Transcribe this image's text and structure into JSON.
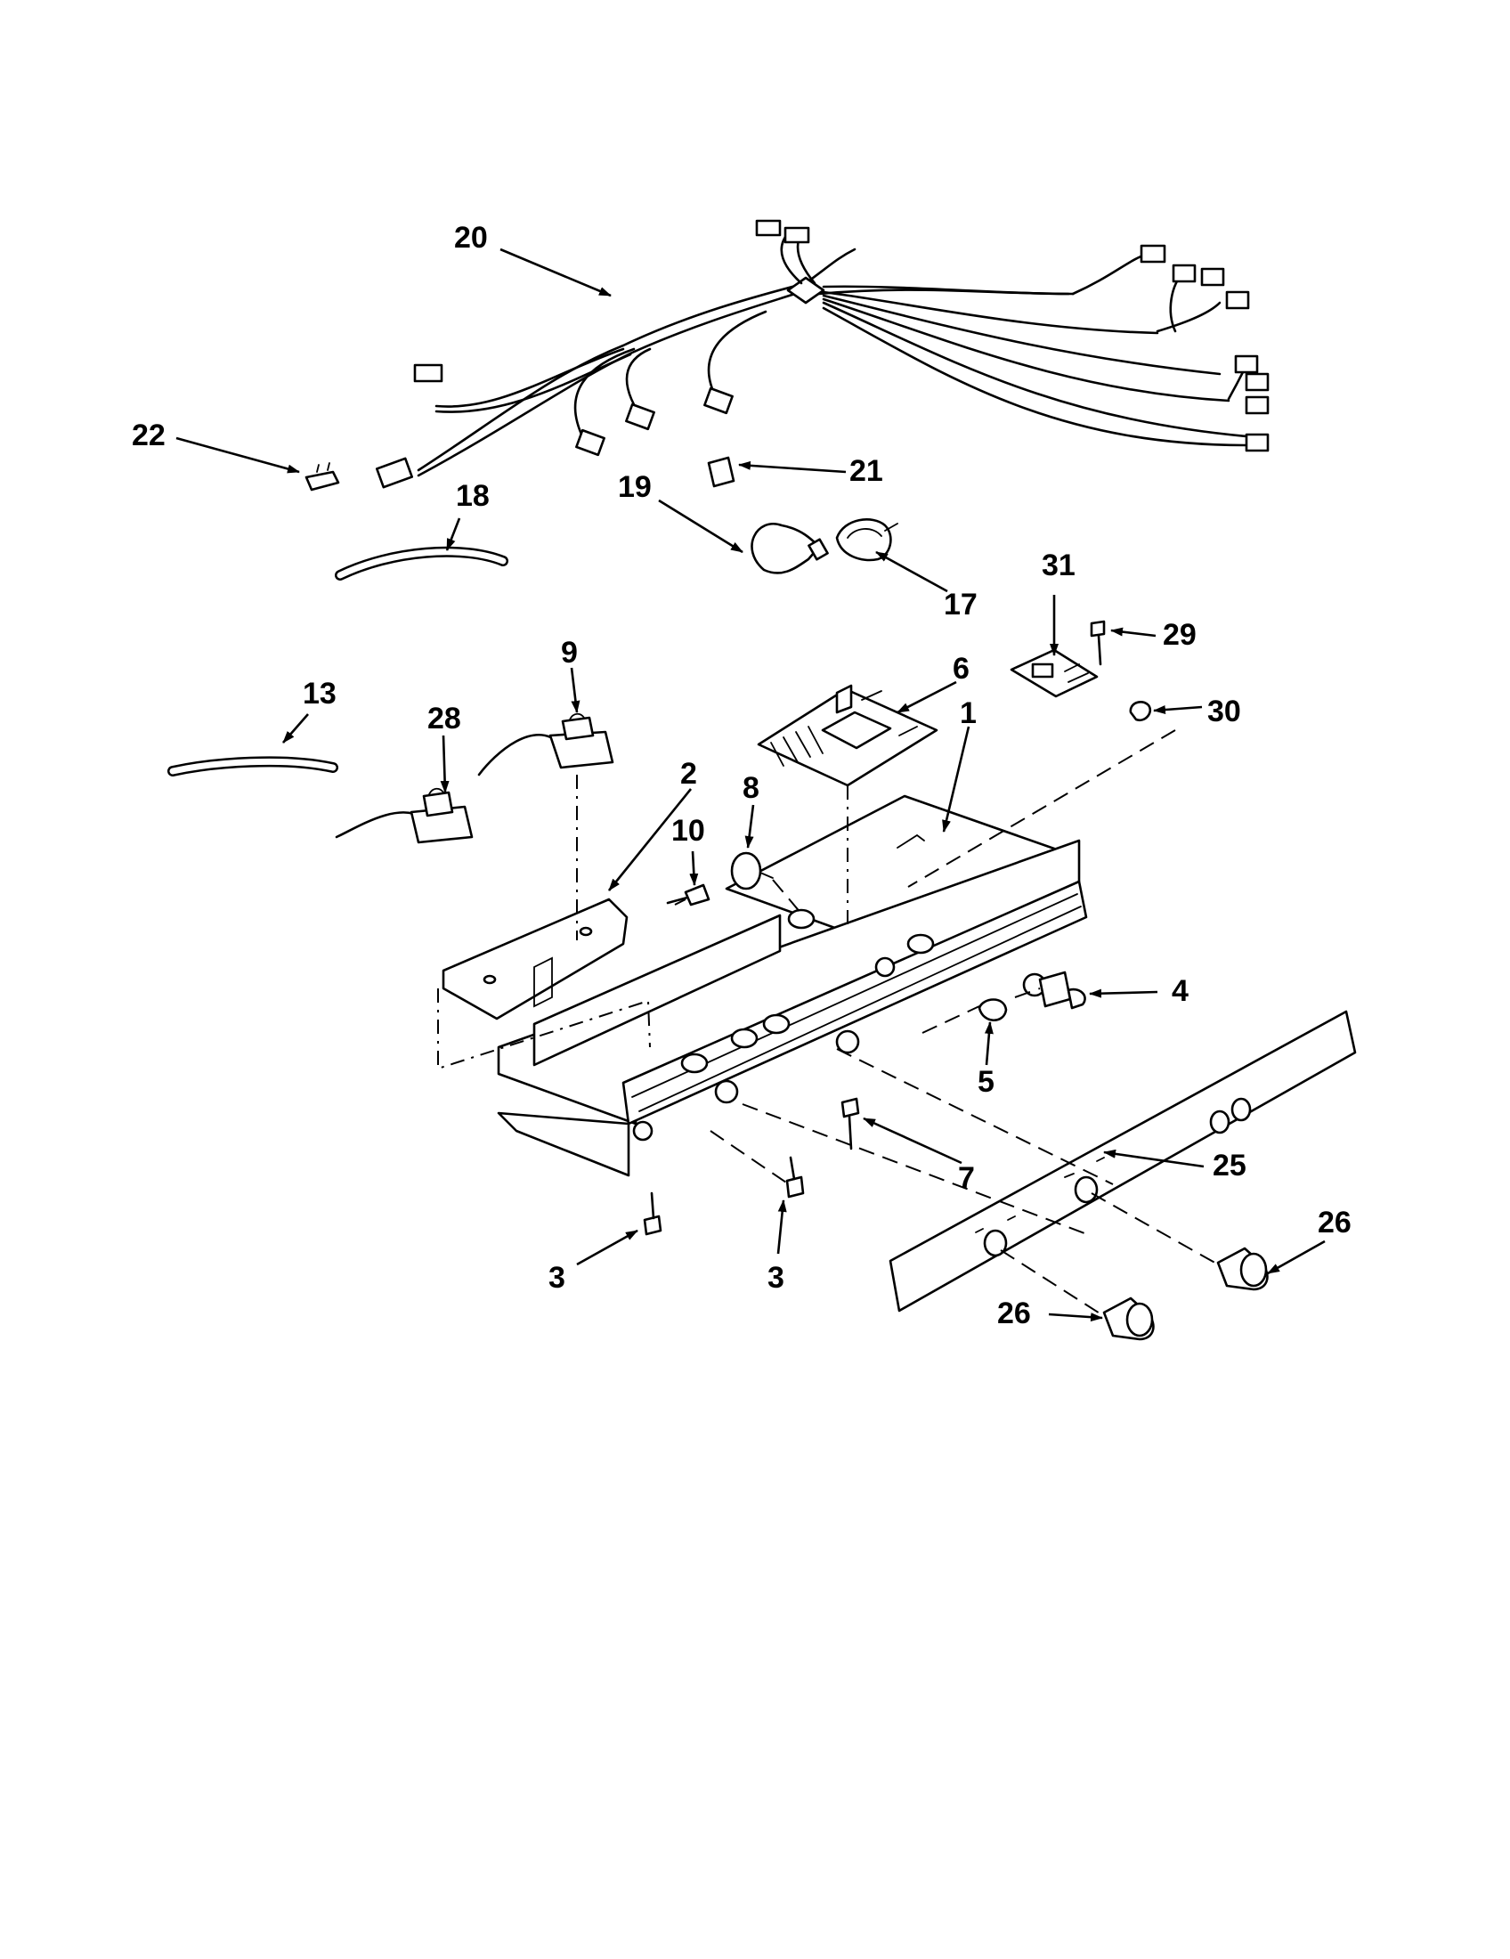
{
  "callouts": {
    "c1": "1",
    "c2": "2",
    "c3a": "3",
    "c3b": "3",
    "c4": "4",
    "c5": "5",
    "c6": "6",
    "c7": "7",
    "c8": "8",
    "c9": "9",
    "c10": "10",
    "c13": "13",
    "c17": "17",
    "c18": "18",
    "c19": "19",
    "c20": "20",
    "c21": "21",
    "c22": "22",
    "c25": "25",
    "c26a": "26",
    "c26b": "26",
    "c28": "28",
    "c29": "29",
    "c30": "30",
    "c31": "31"
  }
}
